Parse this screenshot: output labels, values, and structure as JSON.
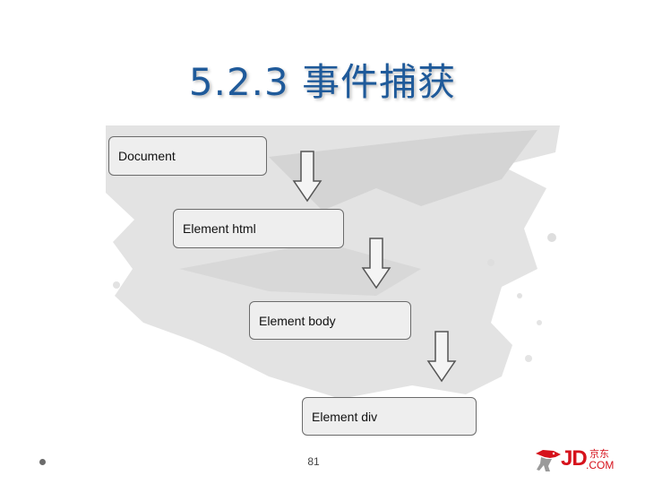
{
  "slide": {
    "title": "5.2.3 事件捕获",
    "page_number": "81"
  },
  "diagram": {
    "nodes": [
      {
        "id": "document",
        "label": "Document"
      },
      {
        "id": "html",
        "label": "Element html"
      },
      {
        "id": "body",
        "label": "Element body"
      },
      {
        "id": "div",
        "label": "Element div"
      }
    ],
    "edges": [
      {
        "from": "document",
        "to": "html"
      },
      {
        "from": "html",
        "to": "body"
      },
      {
        "from": "body",
        "to": "div"
      }
    ]
  },
  "logo": {
    "main": "JD",
    "chinese": "京东",
    "suffix": ".COM",
    "color": "#d6121c"
  },
  "colors": {
    "title": "#1f5a9a",
    "node_fill": "#eeeeee",
    "node_border": "#6b6b6b",
    "splash": "#d9d9d9"
  }
}
